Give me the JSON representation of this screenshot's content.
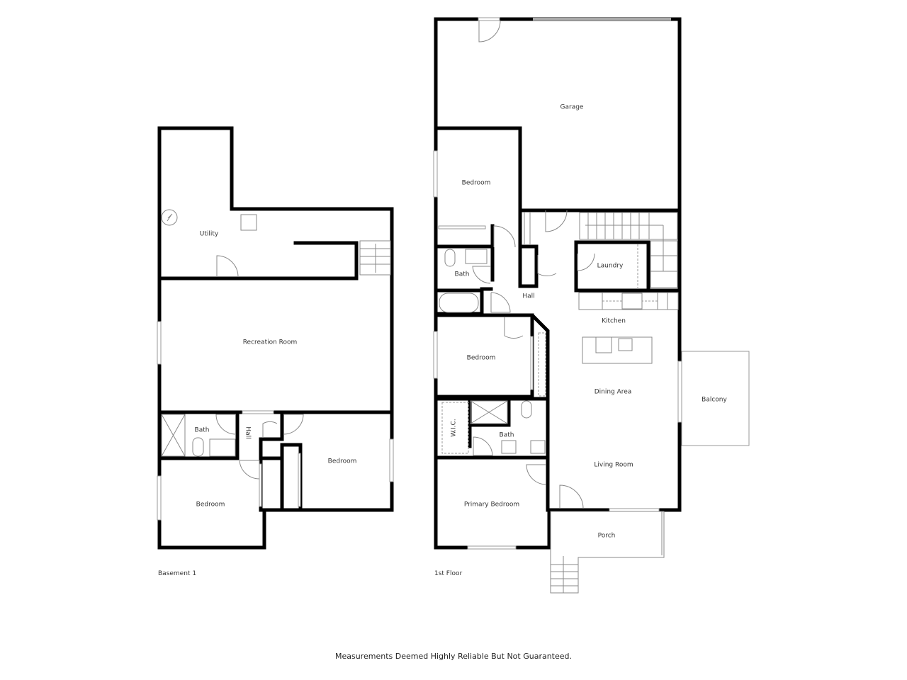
{
  "floors": [
    {
      "name": "Basement 1",
      "rooms": [
        {
          "id": "utility",
          "label": "Utility"
        },
        {
          "id": "recreation",
          "label": "Recreation Room"
        },
        {
          "id": "bath",
          "label": "Bath"
        },
        {
          "id": "hall",
          "label": "Hall"
        },
        {
          "id": "bedroom_right",
          "label": "Bedroom"
        },
        {
          "id": "bedroom_left",
          "label": "Bedroom"
        }
      ]
    },
    {
      "name": "1st Floor",
      "rooms": [
        {
          "id": "garage",
          "label": "Garage"
        },
        {
          "id": "bedroom_top",
          "label": "Bedroom"
        },
        {
          "id": "bath_top",
          "label": "Bath"
        },
        {
          "id": "hall",
          "label": "Hall"
        },
        {
          "id": "laundry",
          "label": "Laundry"
        },
        {
          "id": "kitchen",
          "label": "Kitchen"
        },
        {
          "id": "bedroom_mid",
          "label": "Bedroom"
        },
        {
          "id": "dining",
          "label": "Dining Area"
        },
        {
          "id": "balcony",
          "label": "Balcony"
        },
        {
          "id": "wic",
          "label": "W.I.C."
        },
        {
          "id": "bath_primary",
          "label": "Bath"
        },
        {
          "id": "living",
          "label": "Living Room"
        },
        {
          "id": "primary_bedroom",
          "label": "Primary Bedroom"
        },
        {
          "id": "porch",
          "label": "Porch"
        }
      ]
    }
  ],
  "footer": "Measurements Deemed Highly Reliable But Not Guaranteed."
}
